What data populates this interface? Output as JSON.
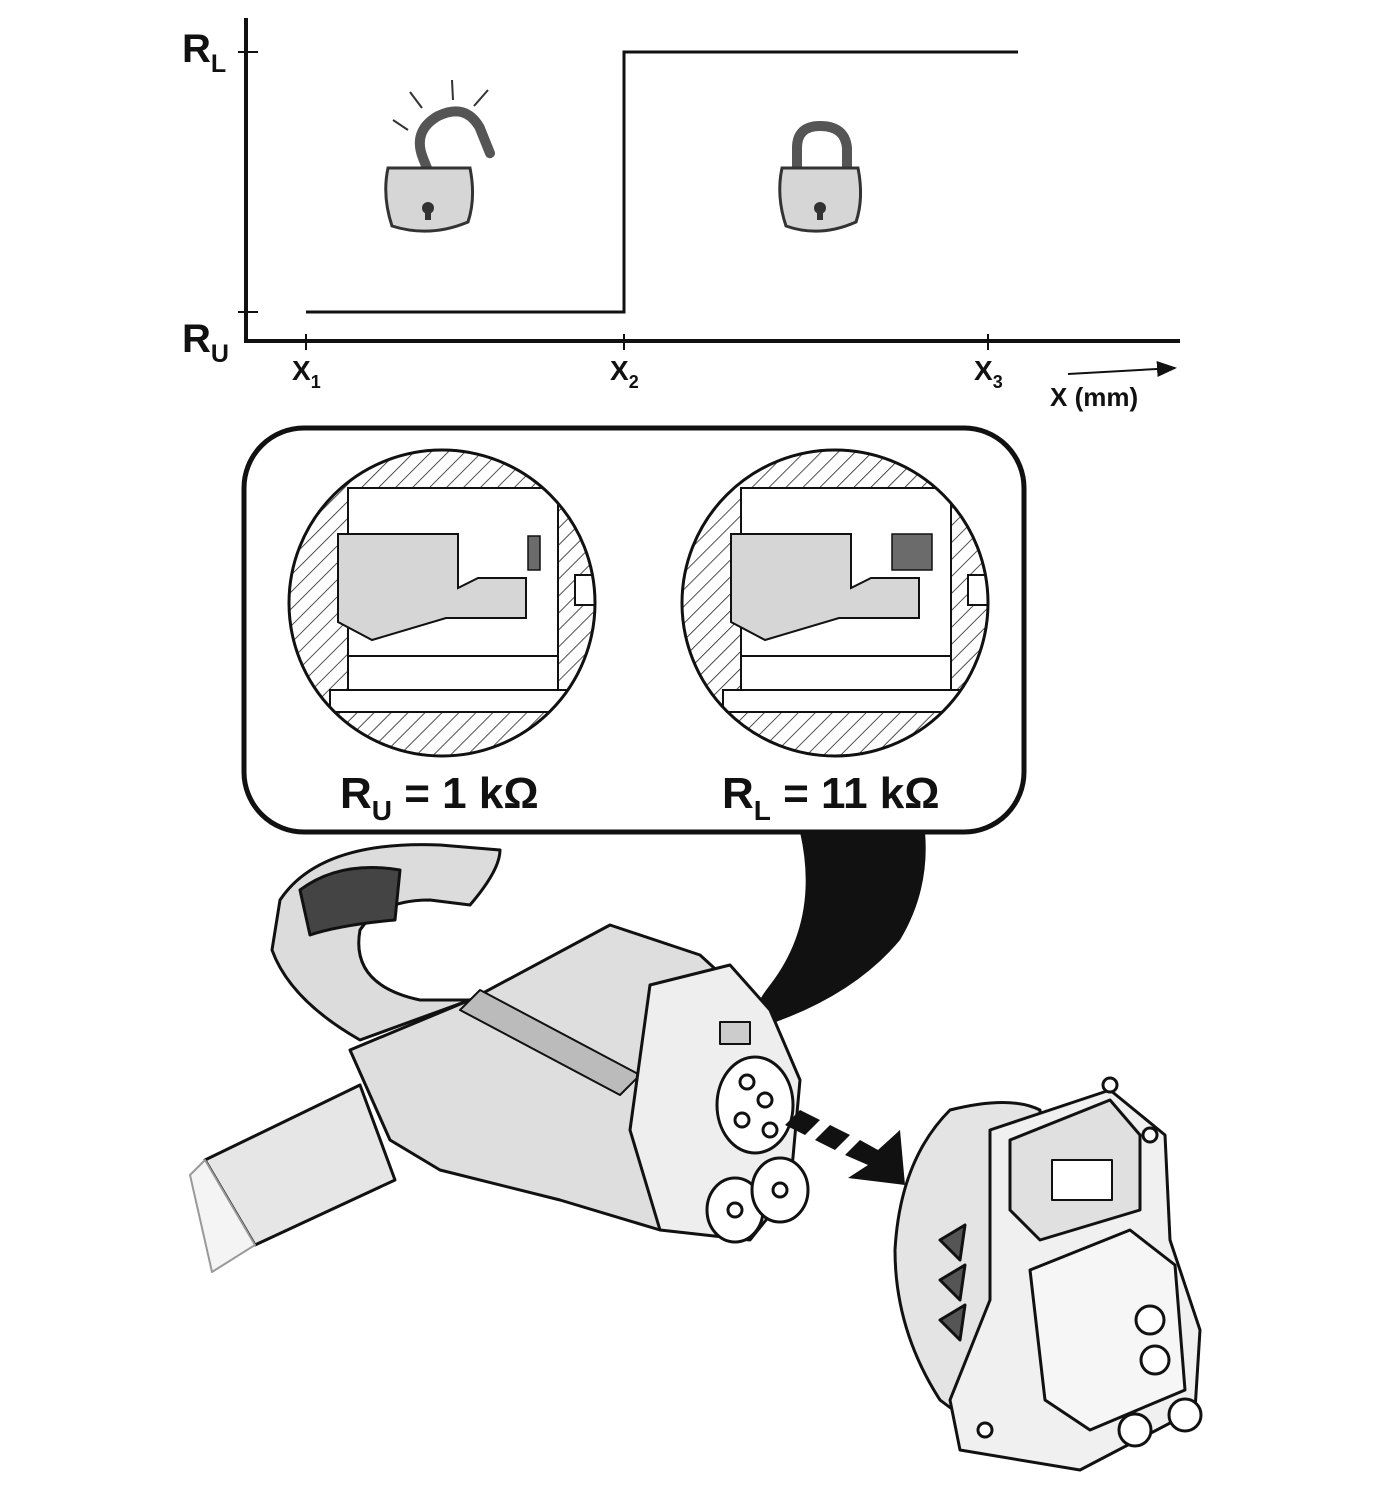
{
  "graph": {
    "y_axis_labels": [
      {
        "main": "R",
        "sub": "L"
      },
      {
        "main": "R",
        "sub": "U"
      }
    ],
    "x_ticks": [
      {
        "main": "X",
        "sub": "1"
      },
      {
        "main": "X",
        "sub": "2"
      },
      {
        "main": "X",
        "sub": "3"
      }
    ],
    "x_axis_title": "X (mm)",
    "step_levels": [
      "R_U from X1 to X2",
      "R_L from X2 to X3"
    ],
    "icons": [
      "open-padlock-icon",
      "closed-padlock-icon"
    ]
  },
  "detail_panel": {
    "views": [
      {
        "name": "unlocked-view",
        "label_main": "R",
        "label_sub": "U",
        "label_rest": " = 1 kΩ"
      },
      {
        "name": "locked-view",
        "label_main": "R",
        "label_sub": "L",
        "label_rest": " = 11 kΩ"
      }
    ]
  },
  "illustration": {
    "items": [
      "charging-plug",
      "charging-inlet",
      "insertion-arrow"
    ]
  },
  "colors": {
    "line": "#111111",
    "fill_light": "#d6d6d6",
    "fill_dark": "#6b6b6b",
    "hatch": "#222222"
  }
}
